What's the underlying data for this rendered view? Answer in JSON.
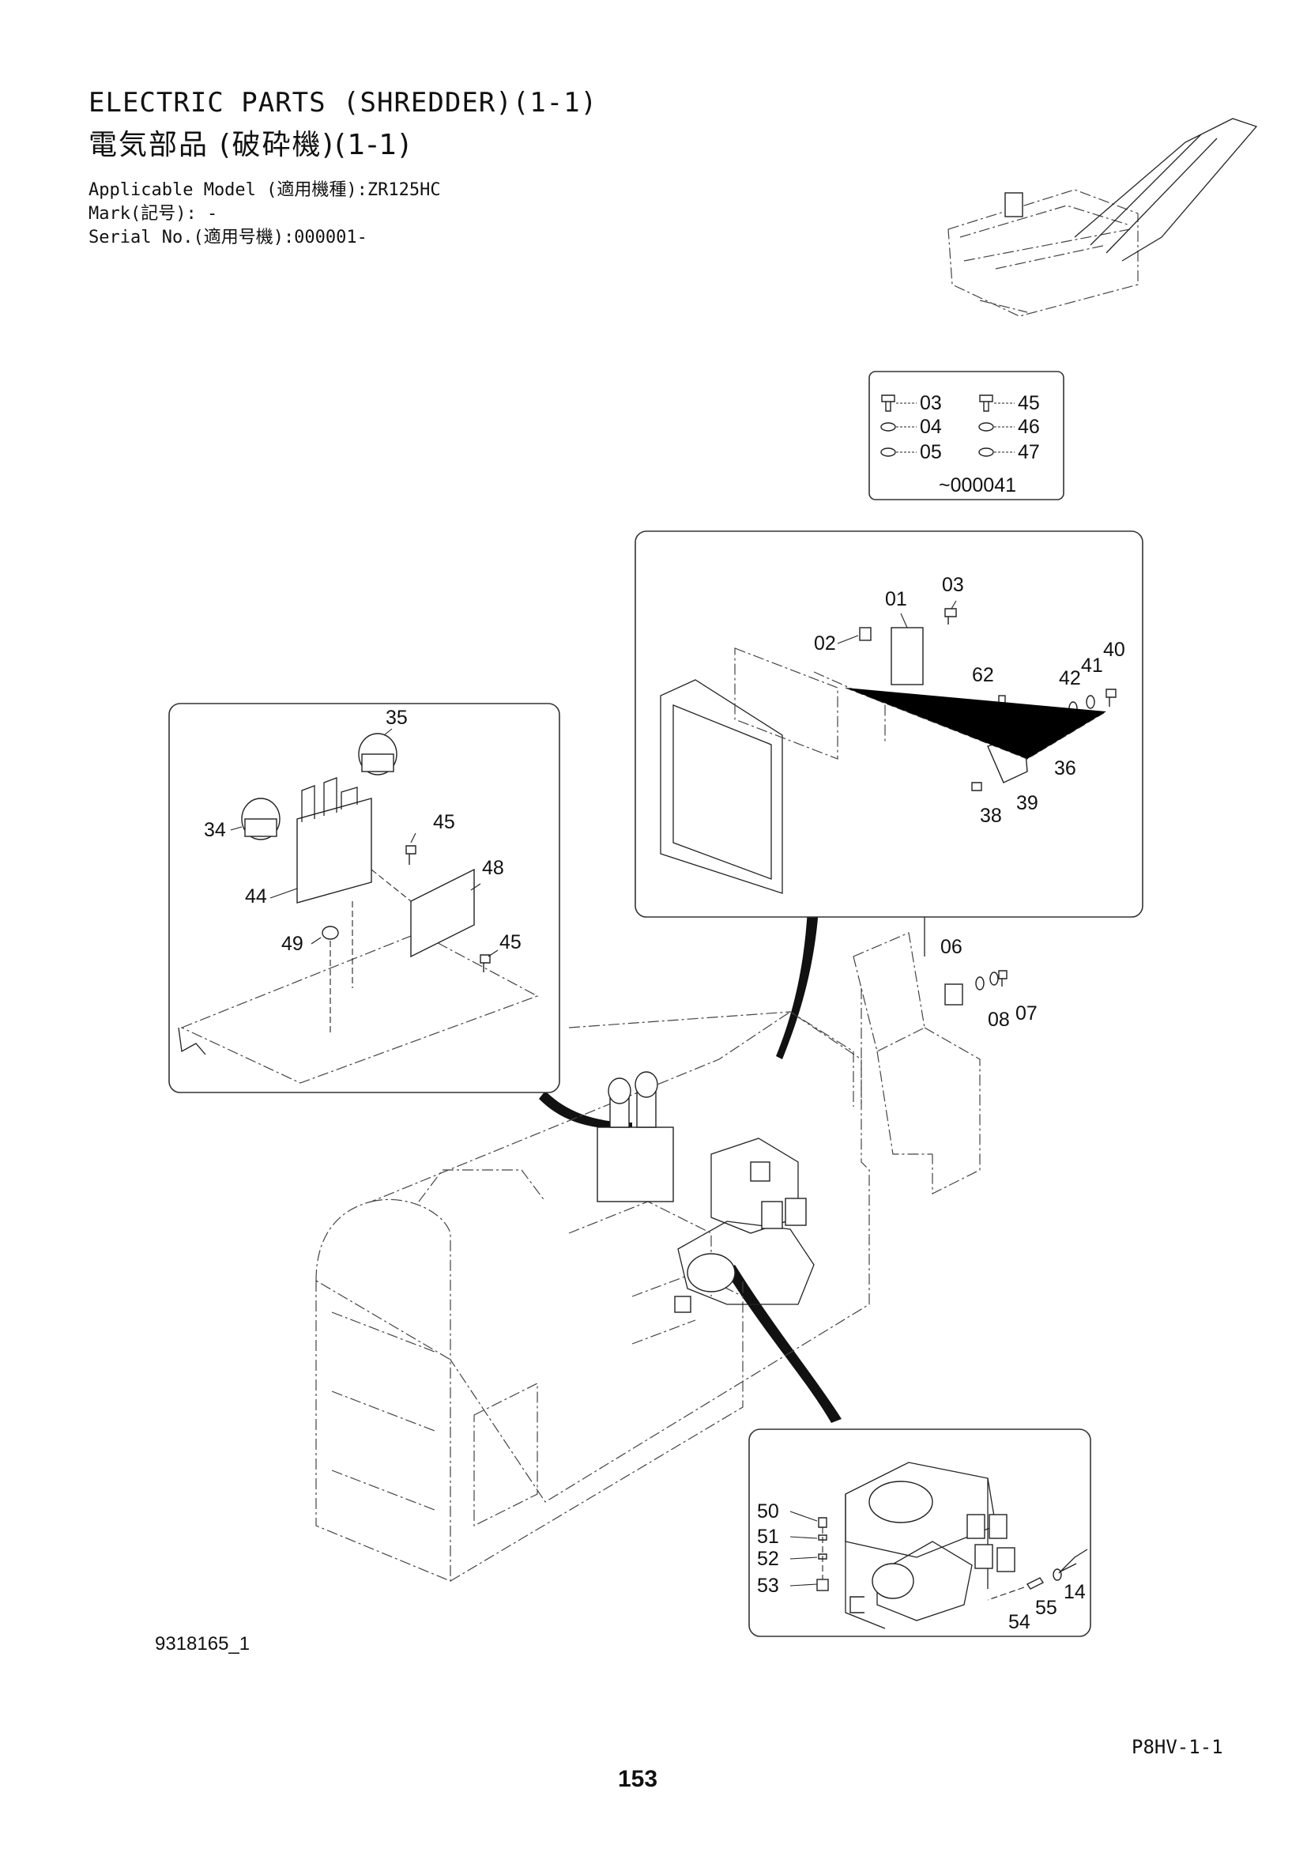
{
  "header": {
    "title_en": "ELECTRIC PARTS (SHREDDER)(1-1)",
    "title_jp": "電気部品 (破砕機)(1-1)",
    "model_line": "Applicable Model (適用機種):ZR125HC",
    "mark_line": "Mark(記号): -",
    "serial_line": "Serial No.(適用号機):000001-"
  },
  "inset_serial": {
    "items": [
      "03",
      "04",
      "05",
      "45",
      "46",
      "47"
    ],
    "range": "~000041"
  },
  "detail_upper_right": {
    "labels": [
      "01",
      "02",
      "03",
      "62",
      "42",
      "41",
      "40",
      "36",
      "38",
      "39"
    ]
  },
  "detail_left": {
    "labels": [
      "35",
      "34",
      "45",
      "44",
      "48",
      "49",
      "45"
    ]
  },
  "main_assembly": {
    "labels": [
      "06",
      "07",
      "08"
    ]
  },
  "detail_lower_right": {
    "labels": [
      "50",
      "51",
      "52",
      "53",
      "14",
      "55",
      "54"
    ]
  },
  "footer": {
    "doc_id": "9318165_1",
    "page_code": "P8HV-1-1",
    "page_number": "153"
  }
}
